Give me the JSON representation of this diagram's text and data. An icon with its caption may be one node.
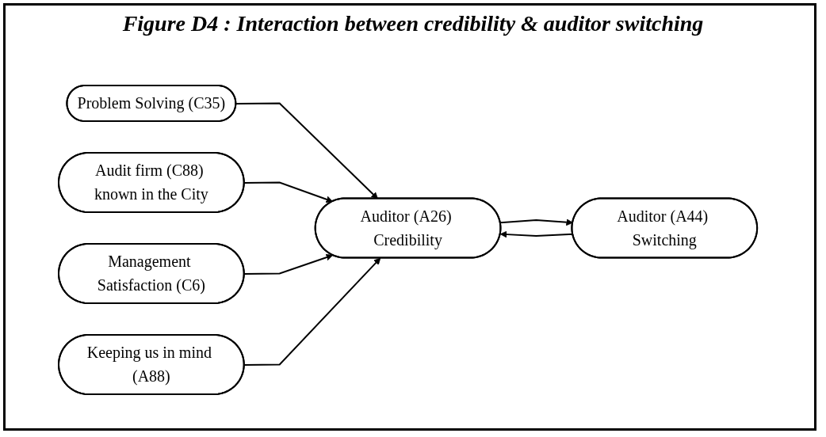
{
  "diagram": {
    "title": "Figure D4 : Interaction between credibility & auditor switching",
    "nodes": [
      {
        "text": [
          "Problem Solving (C35)"
        ]
      },
      {
        "text": [
          "Audit firm (C88) known in the City"
        ]
      },
      {
        "text": [
          "Management Satisfaction (C6)"
        ]
      },
      {
        "text": [
          "Auditor (A26) Credibility"
        ]
      },
      {
        "text": [
          "Auditor (A44) Switching"
        ]
      },
      {
        "text": [
          "Keeping us in mind (A88)"
        ]
      }
    ],
    "edges": [
      {
        "from": 0,
        "to": 3,
        "arrow": "to"
      },
      {
        "from": 1,
        "to": 3,
        "arrow": "to"
      },
      {
        "from": 2,
        "to": 3,
        "arrow": "to"
      },
      {
        "from": 5,
        "to": 3,
        "arrow": "to"
      },
      {
        "from": 3,
        "to": 4,
        "arrow": "to"
      },
      {
        "from": 4,
        "to": 3,
        "arrow": "to"
      }
    ]
  }
}
